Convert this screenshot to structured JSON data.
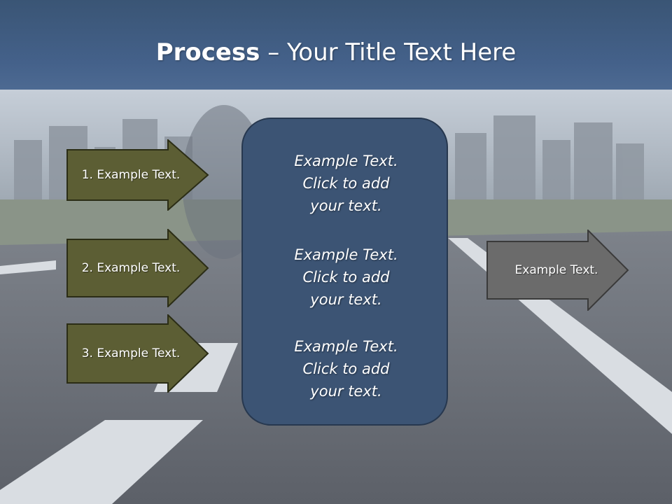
{
  "slide": {
    "title_bold": "Process",
    "title_rest": " – Your Title Text Here"
  },
  "left_steps": [
    {
      "label": "1. Example Text."
    },
    {
      "label": "2. Example Text."
    },
    {
      "label": "3. Example Text."
    }
  ],
  "center_box": {
    "blocks": [
      {
        "line1": "Example Text.",
        "line2": "Click  to add",
        "line3": "your text."
      },
      {
        "line1": "Example Text.",
        "line2": "Click  to add",
        "line3": "your text."
      },
      {
        "line1": "Example Text.",
        "line2": "Click  to add",
        "line3": "your text."
      }
    ]
  },
  "right_arrow": {
    "label": "Example Text."
  },
  "colors": {
    "title_bar": "#44618a",
    "step_arrow_fill": "#5c5e34",
    "center_box_fill": "#3c5474",
    "right_arrow_fill": "#6b6b6b"
  }
}
